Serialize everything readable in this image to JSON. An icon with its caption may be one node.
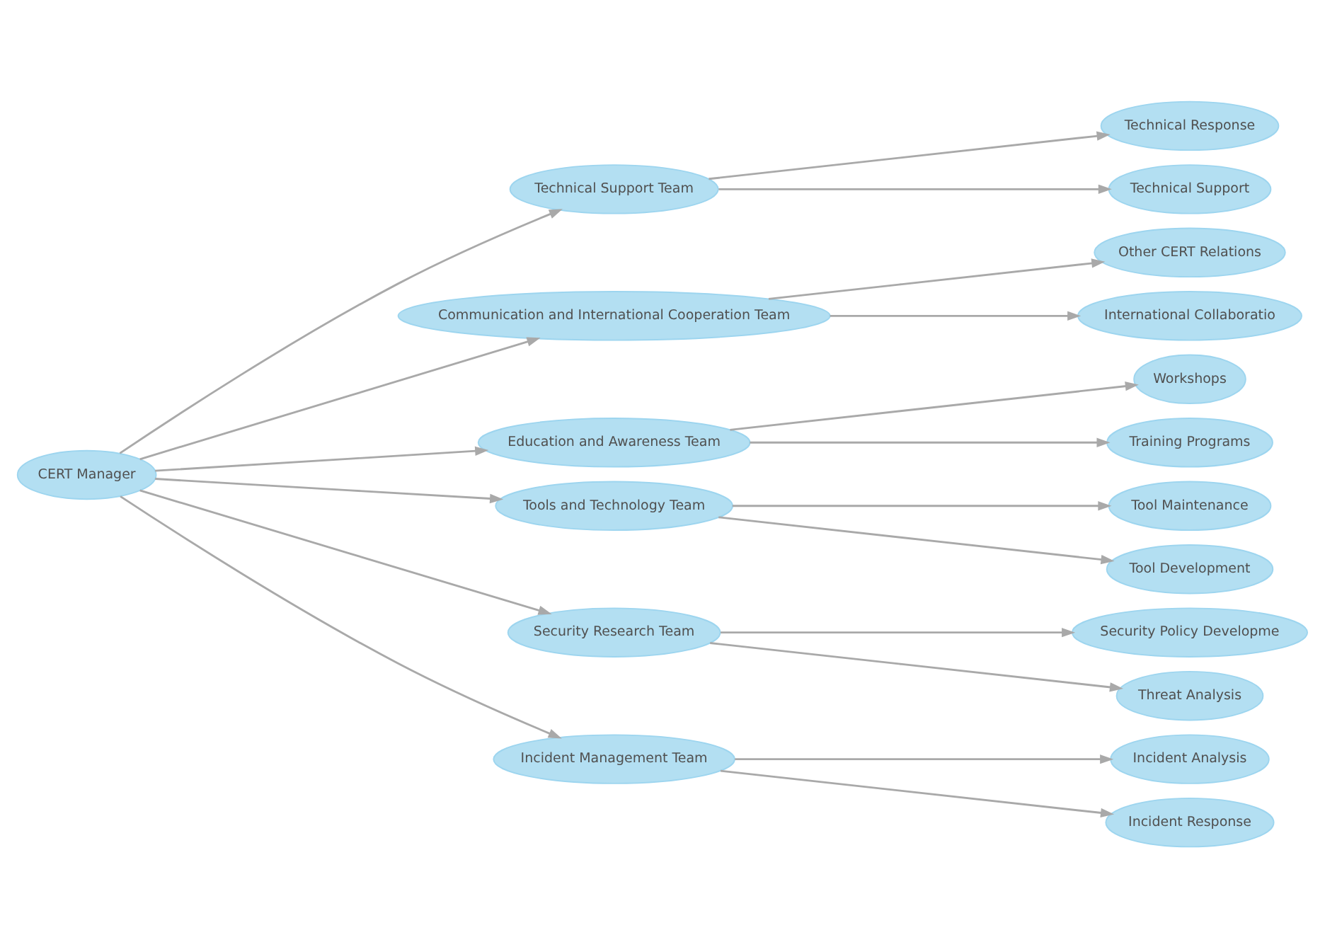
{
  "diagram": {
    "nodes": [
      {
        "text": [
          "CERT Manager"
        ]
      },
      {
        "text": [
          "Technical Support Team"
        ]
      },
      {
        "text": [
          "Communication and International Cooperation Team"
        ]
      },
      {
        "text": [
          "Education and Awareness Team"
        ]
      },
      {
        "text": [
          "Tools and Technology Team"
        ]
      },
      {
        "text": [
          "Security Research Team"
        ]
      },
      {
        "text": [
          "Incident Management Team"
        ]
      },
      {
        "text": [
          "Technical Response"
        ]
      },
      {
        "text": [
          "Technical Support"
        ]
      },
      {
        "text": [
          "Other CERT Relations"
        ]
      },
      {
        "text": [
          "International Collaboratio"
        ]
      },
      {
        "text": [
          "Workshops"
        ]
      },
      {
        "text": [
          "Training Programs"
        ]
      },
      {
        "text": [
          "Tool Maintenance"
        ]
      },
      {
        "text": [
          "Tool Development"
        ]
      },
      {
        "text": [
          "Security Policy Developme"
        ]
      },
      {
        "text": [
          "Threat Analysis"
        ]
      },
      {
        "text": [
          "Incident Analysis"
        ]
      },
      {
        "text": [
          "Incident Response"
        ]
      }
    ],
    "edges": [
      {
        "from": 0,
        "to": 1,
        "arrow": "to"
      },
      {
        "from": 0,
        "to": 2,
        "arrow": "to"
      },
      {
        "from": 0,
        "to": 3,
        "arrow": "to"
      },
      {
        "from": 0,
        "to": 4,
        "arrow": "to"
      },
      {
        "from": 0,
        "to": 5,
        "arrow": "to"
      },
      {
        "from": 0,
        "to": 6,
        "arrow": "to"
      },
      {
        "from": 1,
        "to": 7,
        "arrow": "to"
      },
      {
        "from": 1,
        "to": 8,
        "arrow": "to"
      },
      {
        "from": 2,
        "to": 9,
        "arrow": "to"
      },
      {
        "from": 2,
        "to": 10,
        "arrow": "to"
      },
      {
        "from": 3,
        "to": 11,
        "arrow": "to"
      },
      {
        "from": 3,
        "to": 12,
        "arrow": "to"
      },
      {
        "from": 4,
        "to": 13,
        "arrow": "to"
      },
      {
        "from": 4,
        "to": 14,
        "arrow": "to"
      },
      {
        "from": 5,
        "to": 15,
        "arrow": "to"
      },
      {
        "from": 5,
        "to": 16,
        "arrow": "to"
      },
      {
        "from": 6,
        "to": 17,
        "arrow": "to"
      },
      {
        "from": 6,
        "to": 18,
        "arrow": "to"
      }
    ]
  }
}
